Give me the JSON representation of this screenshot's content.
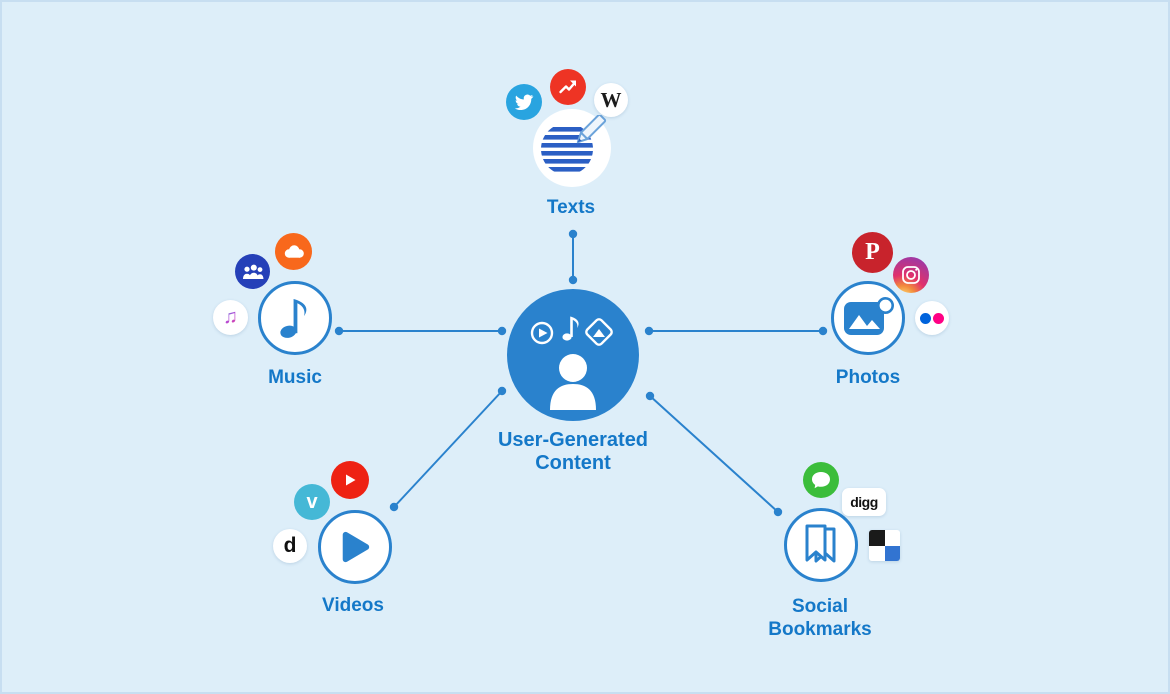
{
  "background_color": "#ddeef9",
  "accent_color": "#2a82cd",
  "label_color": "#1478c8",
  "center": {
    "label_line1": "User-Generated",
    "label_line2": "Content",
    "icon": "user-silhouette-with-media-icons"
  },
  "nodes": [
    {
      "label": "Texts",
      "icon": "document-pencil-icon",
      "satellites": [
        {
          "name": "twitter",
          "color": "#29a4e0"
        },
        {
          "name": "buzzfeed-trending-arrow",
          "color": "#ee3424"
        },
        {
          "name": "wikipedia",
          "color": "#ffffff",
          "glyph": "W"
        }
      ]
    },
    {
      "label": "Music",
      "icon": "music-note-icon",
      "satellites": [
        {
          "name": "myspace",
          "color": "#2540b8"
        },
        {
          "name": "soundcloud",
          "color": "#f8681c"
        },
        {
          "name": "itunes",
          "color": "#ffffff",
          "glyph": "♫"
        }
      ]
    },
    {
      "label": "Photos",
      "icon": "landscape-photo-icon",
      "satellites": [
        {
          "name": "pinterest",
          "color": "#c8232c",
          "glyph": "P"
        },
        {
          "name": "instagram",
          "color": "gradient"
        },
        {
          "name": "flickr",
          "color": "#ffffff",
          "dot_colors": [
            "#0063dc",
            "#ff0084"
          ]
        }
      ]
    },
    {
      "label": "Videos",
      "icon": "play-icon",
      "satellites": [
        {
          "name": "youtube",
          "color": "#ee2213"
        },
        {
          "name": "vimeo",
          "color": "#45b8d6",
          "glyph": "v"
        },
        {
          "name": "dailymotion",
          "color": "#ffffff",
          "glyph": "d"
        }
      ]
    },
    {
      "label": "Social Bookmarks",
      "icon": "bookmark-icon",
      "satellites": [
        {
          "name": "technorati",
          "color": "#3bbd3b"
        },
        {
          "name": "digg",
          "color": "#ffffff",
          "glyph": "digg"
        },
        {
          "name": "delicious",
          "quadrant_colors": [
            "#1a1a1a",
            "#ffffff",
            "#ffffff",
            "#3274d1"
          ]
        }
      ]
    }
  ]
}
